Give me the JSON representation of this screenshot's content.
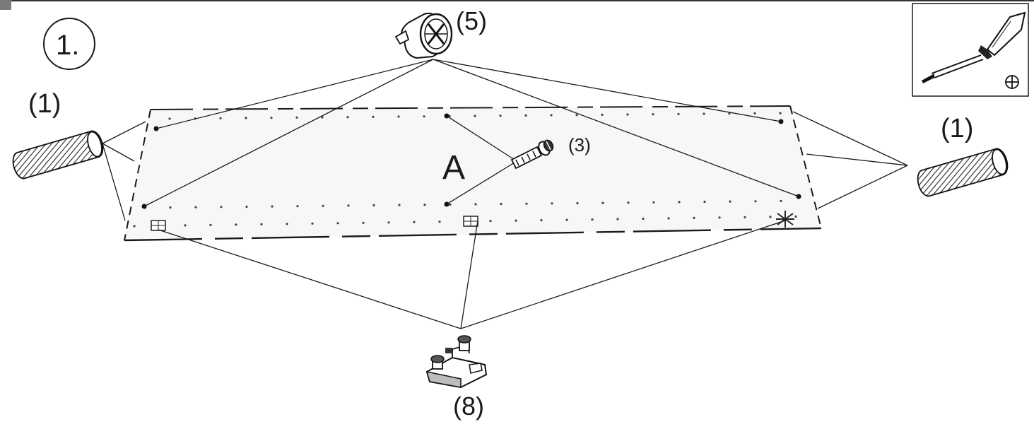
{
  "step": {
    "number": "1."
  },
  "parts": {
    "dowel_left": {
      "label": "(1)",
      "icon": "wood-dowel-icon"
    },
    "dowel_right": {
      "label": "(1)",
      "icon": "wood-dowel-icon"
    },
    "cam_lock": {
      "label": "(5)",
      "icon": "cam-lock-icon"
    },
    "cam_bolt": {
      "label": "(3)",
      "icon": "cam-bolt-icon"
    },
    "hinge_plate": {
      "label": "(8)",
      "icon": "hinge-mounting-plate-icon"
    }
  },
  "panel": {
    "label": "A"
  },
  "tool": {
    "icon": "phillips-screwdriver-icon",
    "symbol": "⊕"
  },
  "colors": {
    "line": "#1a1a1a",
    "panel_fill": "#f7f7f7",
    "background": "#ffffff"
  }
}
